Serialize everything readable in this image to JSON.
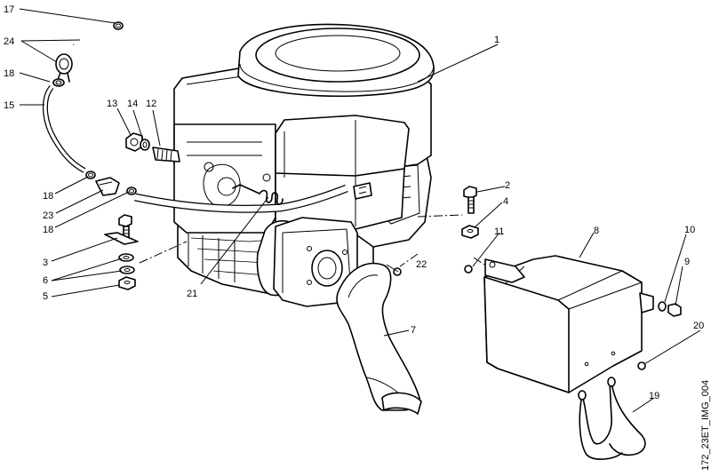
{
  "callouts": {
    "c1": "1",
    "c2": "2",
    "c3": "3",
    "c4": "4",
    "c5": "5",
    "c6": "6",
    "c7": "7",
    "c8": "8",
    "c9": "9",
    "c10": "10",
    "c11": "11",
    "c12": "12",
    "c13": "13",
    "c14": "14",
    "c15": "15",
    "c17": "17",
    "c18a": "18",
    "c18b": "18",
    "c18c": "18",
    "c19": "19",
    "c20": "20",
    "c21": "21",
    "c22": "22",
    "c23": "23",
    "c24": "24"
  },
  "drawing_code": "172_23ET_IMG_004"
}
